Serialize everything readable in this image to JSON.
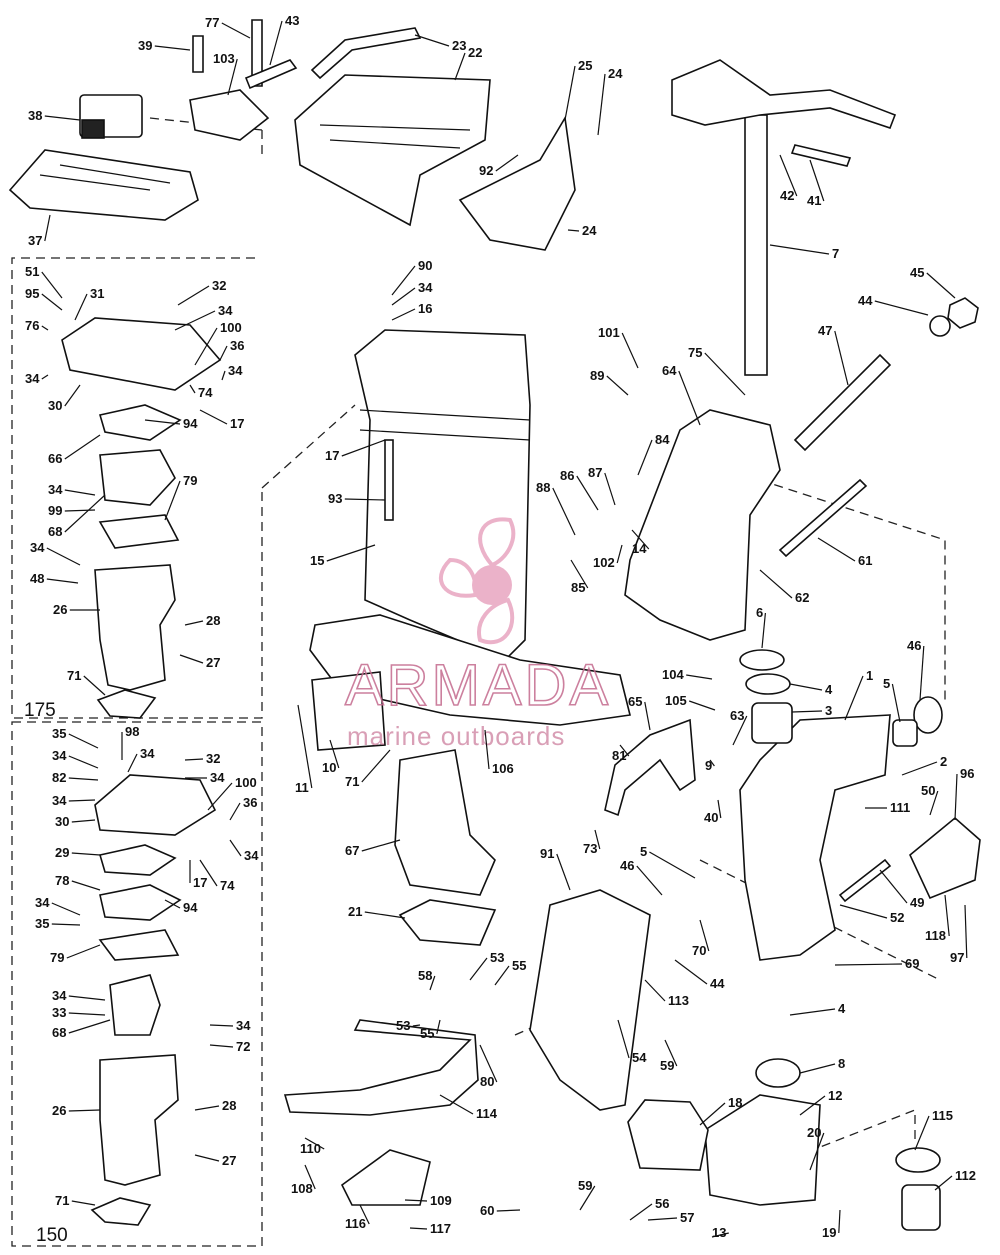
{
  "diagram": {
    "callouts": [
      "1",
      "2",
      "3",
      "4",
      "5",
      "6",
      "7",
      "8",
      "9",
      "10",
      "11",
      "12",
      "13",
      "14",
      "15",
      "16",
      "17",
      "18",
      "19",
      "20",
      "21",
      "22",
      "23",
      "24",
      "25",
      "26",
      "27",
      "28",
      "29",
      "30",
      "31",
      "32",
      "33",
      "34",
      "35",
      "36",
      "37",
      "38",
      "39",
      "40",
      "41",
      "42",
      "43",
      "44",
      "45",
      "46",
      "47",
      "48",
      "49",
      "50",
      "51",
      "52",
      "53",
      "54",
      "55",
      "56",
      "57",
      "58",
      "59",
      "60",
      "61",
      "62",
      "63",
      "64",
      "65",
      "66",
      "67",
      "68",
      "69",
      "70",
      "71",
      "72",
      "73",
      "74",
      "75",
      "76",
      "77",
      "78",
      "79",
      "80",
      "81",
      "82",
      "84",
      "85",
      "86",
      "87",
      "88",
      "89",
      "90",
      "91",
      "92",
      "93",
      "94",
      "95",
      "96",
      "97",
      "98",
      "99",
      "100",
      "101",
      "102",
      "103",
      "104",
      "105",
      "106",
      "108",
      "109",
      "110",
      "111",
      "112",
      "113",
      "114",
      "115",
      "116",
      "117",
      "118"
    ],
    "section_labels": [
      "175",
      "150"
    ]
  },
  "watermark": {
    "brand": "ARMADA",
    "tagline": "marine outboards",
    "accent_color": "#c46a8e",
    "logo_color": "#e8a5c0"
  }
}
